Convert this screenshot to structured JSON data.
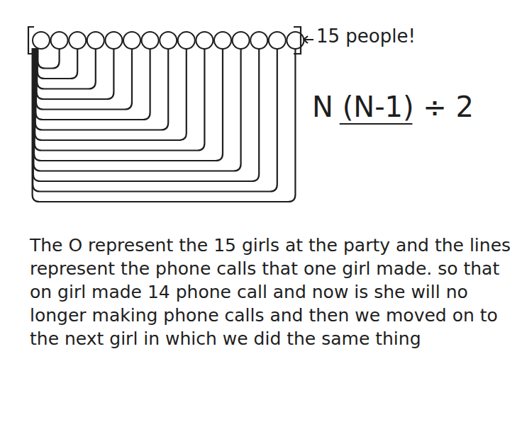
{
  "diagram": {
    "labels": [
      "15 people!",
      "N (N-1) ÷ 2",
      "The O represent the 15 girls at the party and the lines represent the phone calls that one girl made. so that on girl made 14 phone call and now is she will no longer making phone calls and then we moved on to the next girl in which we did the same thing"
    ]
  }
}
